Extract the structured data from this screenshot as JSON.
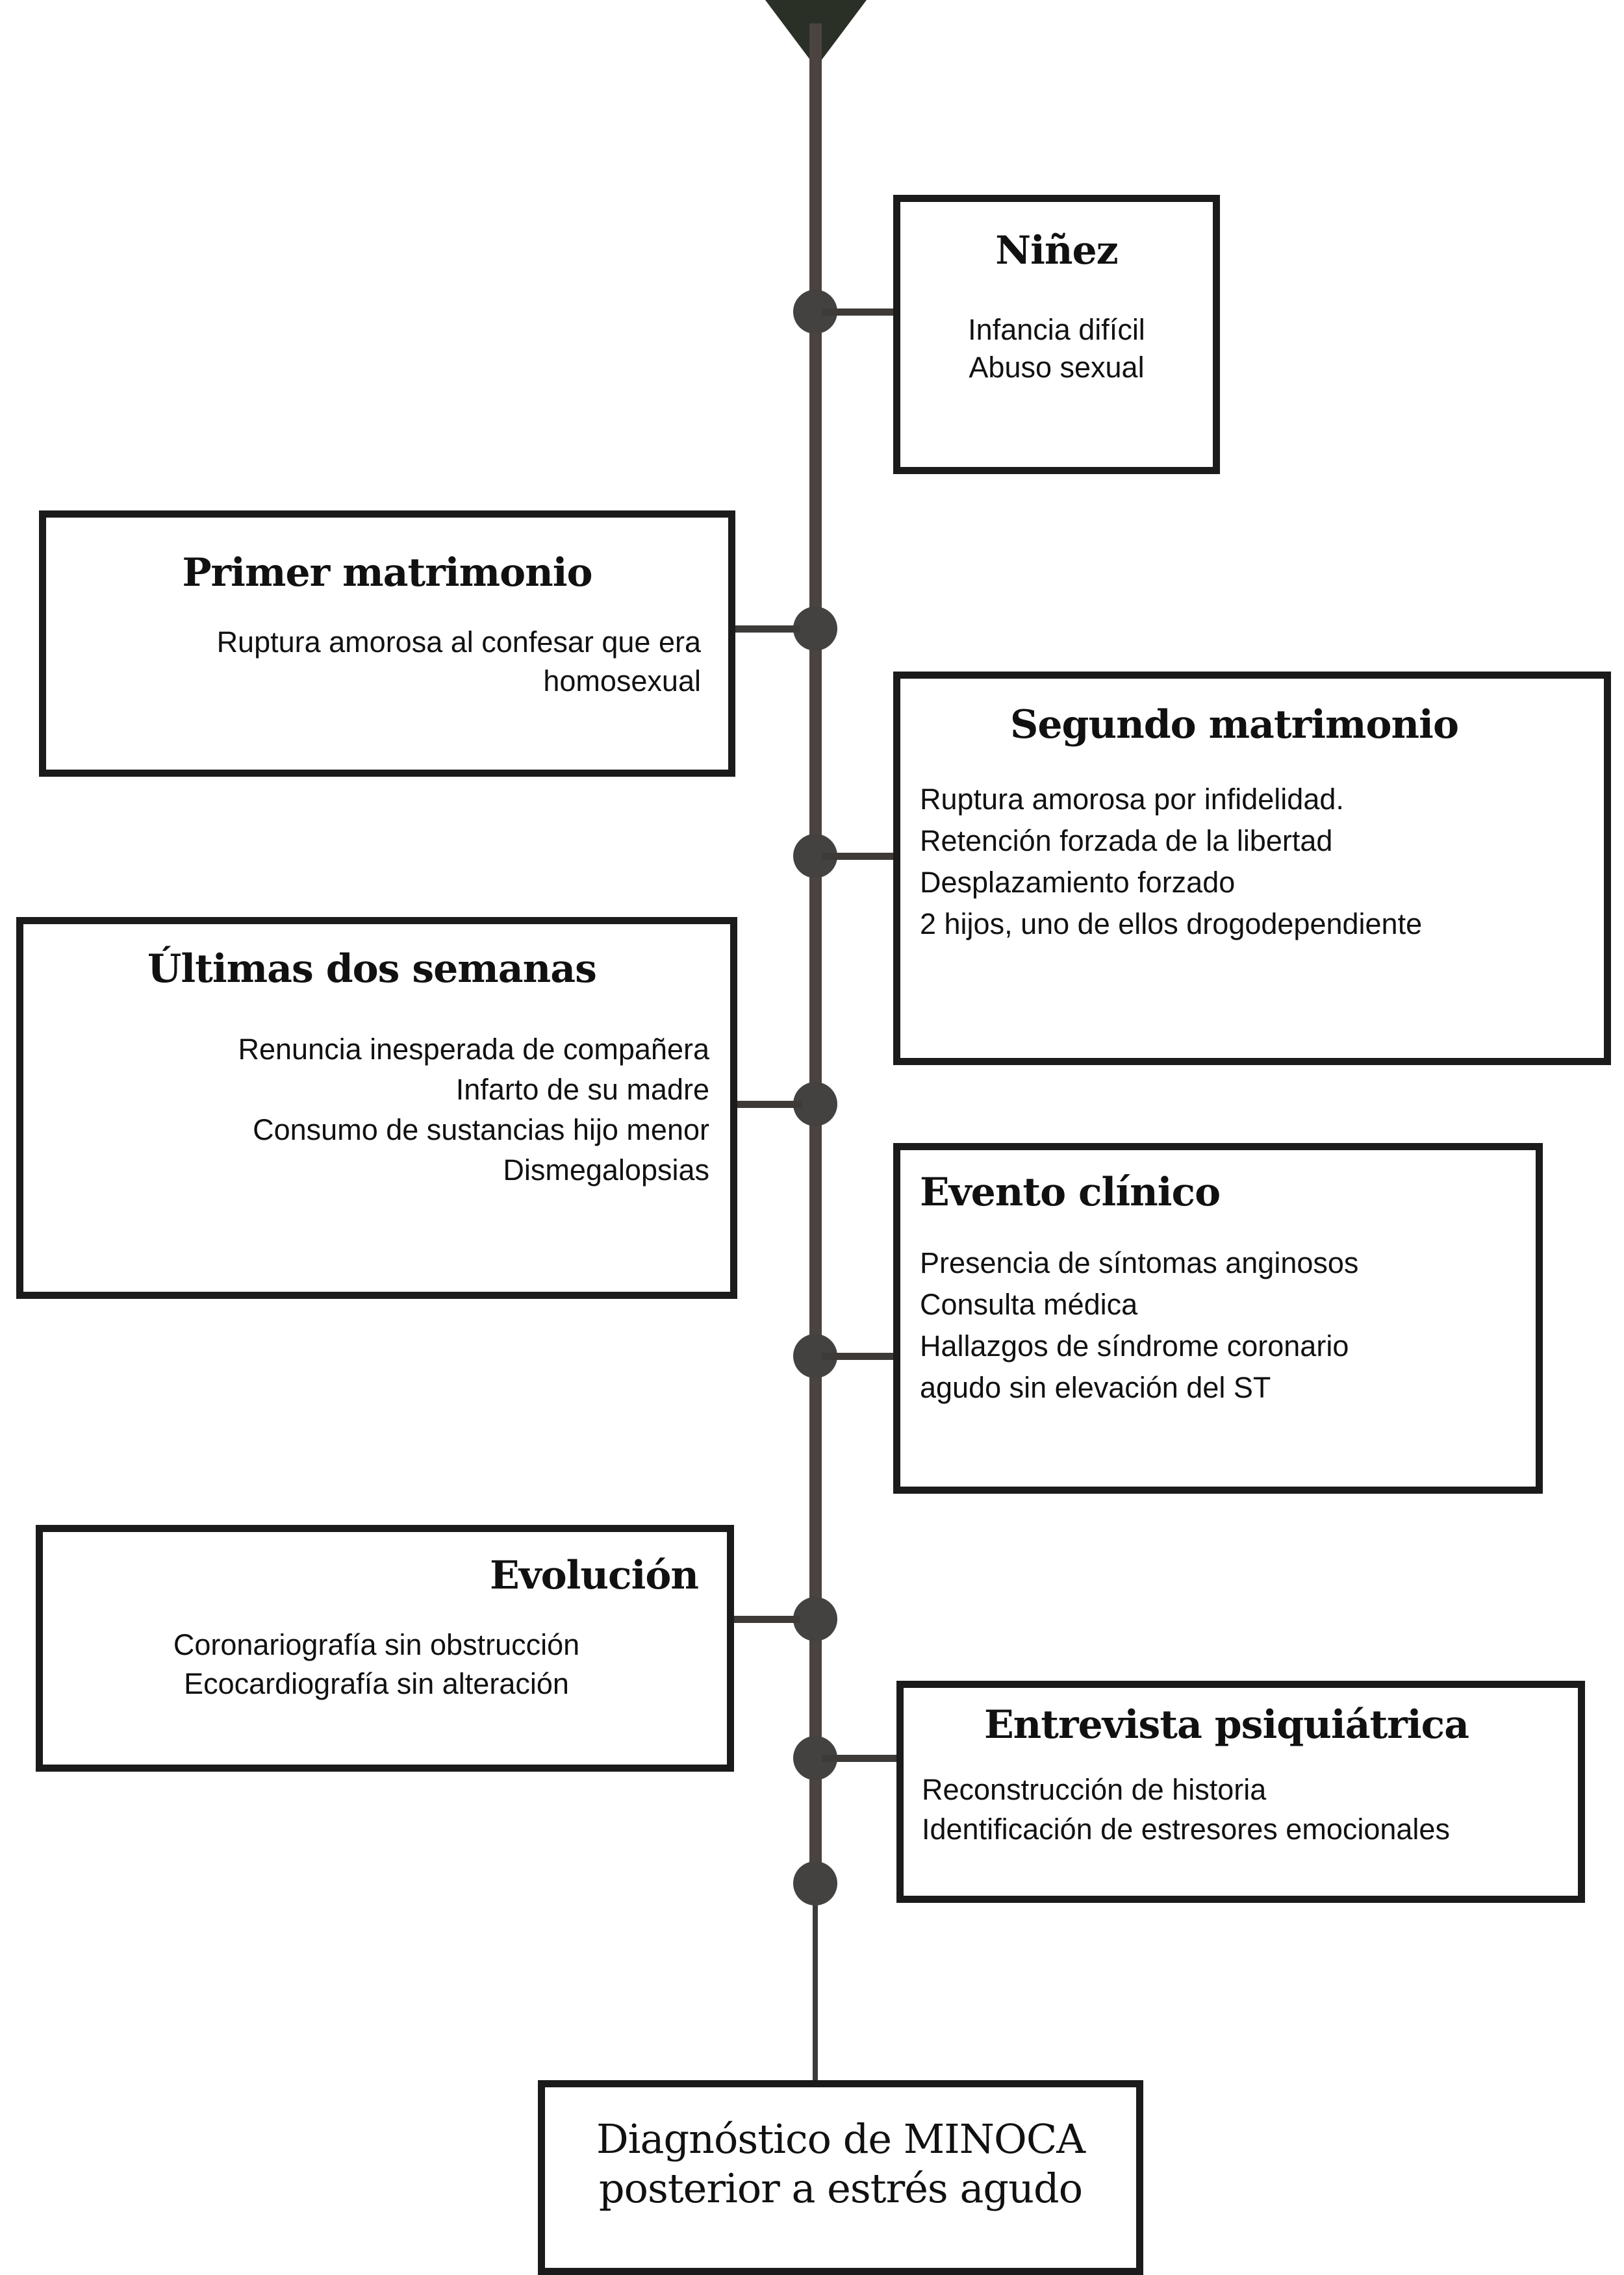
{
  "diagram": {
    "type": "vertical-timeline",
    "orientation": "top-to-bottom",
    "accent_color": "#4b4340",
    "node_color": "#434240",
    "border_color": "#1b1b1b",
    "arrow_color": "#2b3027",
    "arrow_icon": "triangle-down-icon"
  },
  "events": [
    {
      "id": "ninez",
      "title": "Niñez",
      "side": "right",
      "lines": [
        "Infancia difícil",
        "Abuso sexual"
      ]
    },
    {
      "id": "primer-matrimonio",
      "title": "Primer matrimonio",
      "side": "left",
      "lines": [
        "Ruptura amorosa al confesar que era",
        "homosexual"
      ]
    },
    {
      "id": "segundo-matrimonio",
      "title": "Segundo matrimonio",
      "side": "right",
      "lines": [
        "Ruptura amorosa por infidelidad.",
        "Retención forzada de la libertad",
        "Desplazamiento forzado",
        "2 hijos, uno de ellos drogodependiente"
      ]
    },
    {
      "id": "ultimas-dos-semanas",
      "title": "Últimas dos semanas",
      "side": "left",
      "lines": [
        "Renuncia inesperada de compañera",
        "Infarto de su madre",
        "Consumo de sustancias hijo menor",
        "Dismegalopsias"
      ]
    },
    {
      "id": "evento-clinico",
      "title": "Evento clínico",
      "side": "right",
      "lines": [
        "Presencia de síntomas anginosos",
        "Consulta médica",
        "Hallazgos de síndrome coronario",
        "agudo sin elevación del ST"
      ]
    },
    {
      "id": "evolucion",
      "title": "Evolución",
      "side": "left",
      "lines": [
        "Coronariografía sin obstrucción",
        "Ecocardiografía sin alteración"
      ]
    },
    {
      "id": "entrevista-psiquiatrica",
      "title": "Entrevista psiquiátrica",
      "side": "right",
      "lines": [
        "Reconstrucción de historia",
        "Identificación de estresores emocionales"
      ]
    }
  ],
  "outcome": {
    "id": "diagnostico",
    "line1": "Diagnóstico de MINOCA",
    "line2": "posterior a estrés agudo"
  }
}
